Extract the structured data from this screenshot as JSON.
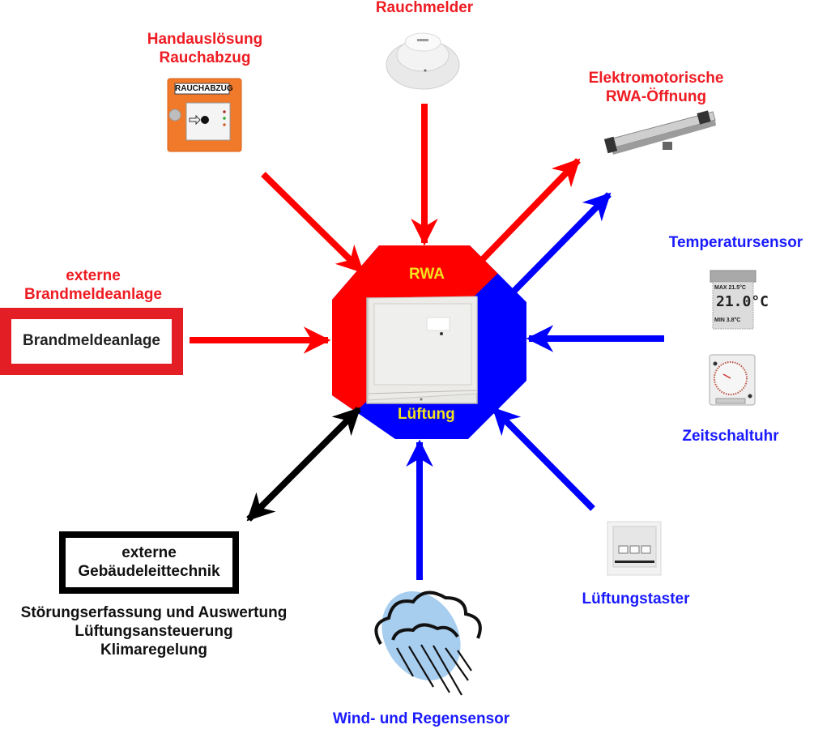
{
  "center": {
    "top_label": "RWA",
    "bottom_label": "Lüftung",
    "colors": {
      "rwa": "#ff0000",
      "ventilation": "#0000ff",
      "label": "#f2e31e"
    }
  },
  "components": {
    "manual_release": {
      "label_line1": "Handauslösung",
      "label_line2": "Rauchabzug",
      "device_text": "RAUCHABZUG",
      "direction": "input",
      "system": "RWA"
    },
    "smoke_detector": {
      "label": "Rauchmelder",
      "direction": "input",
      "system": "RWA"
    },
    "actuator": {
      "label_line1": "Elektromotorische",
      "label_line2": "RWA-Öffnung",
      "direction": "output",
      "system": "RWA + Lüftung"
    },
    "fire_alarm": {
      "label_line1": "externe",
      "label_line2": "Brandmeldeanlage",
      "box_text": "Brandmeldeanlage",
      "direction": "input",
      "system": "RWA"
    },
    "temperature_sensor": {
      "label": "Temperatursensor",
      "display_top": "MAX 21.5°C",
      "display_main": "21.0°C",
      "display_bottom": "MIN 3.8°C",
      "direction": "input",
      "system": "Lüftung"
    },
    "timer": {
      "label": "Zeitschaltuhr",
      "direction": "input",
      "system": "Lüftung"
    },
    "ventilation_button": {
      "label": "Lüftungstaster",
      "direction": "input",
      "system": "Lüftung"
    },
    "weather_sensor": {
      "label": "Wind- und Regensensor",
      "direction": "input",
      "system": "Lüftung"
    },
    "building_automation": {
      "box_line1": "externe",
      "box_line2": "Gebäudeleittechnik",
      "functions": [
        "Störungserfassung und Auswertung",
        "Lüftungsansteuerung",
        "Klimaregelung"
      ],
      "direction": "bidirectional"
    }
  },
  "colors": {
    "red_text": "#ee1c23",
    "blue_text": "#1a1aff",
    "arrow_red": "#ff0000",
    "arrow_blue": "#0000ff",
    "arrow_black": "#000000",
    "device_orange": "#f0792a"
  }
}
